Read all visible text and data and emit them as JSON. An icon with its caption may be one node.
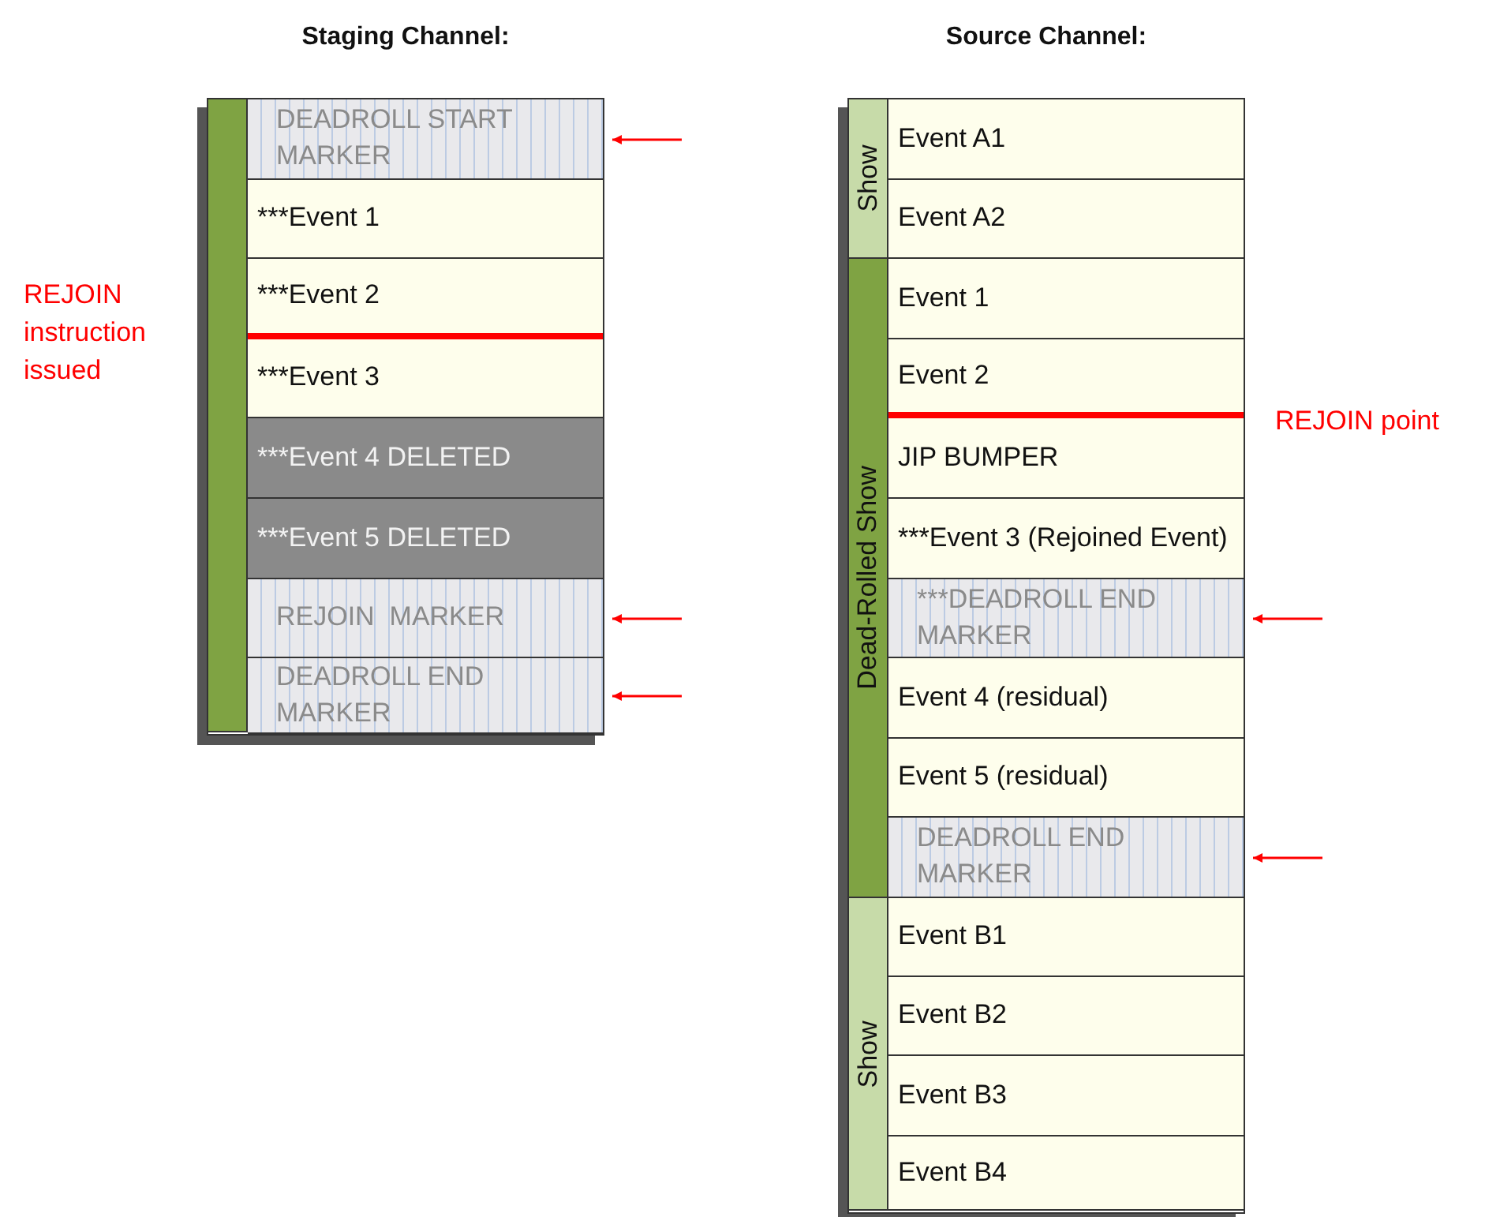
{
  "diagram": {
    "nodes": [
      {
        "text": [
          "Staging Channel:"
        ]
      },
      {
        "text": [],
        "shape": "bar",
        "in": 0
      },
      {
        "text": [
          "DEADROLL START MARKER"
        ],
        "in": 0
      },
      {
        "text": [
          "***Event 1"
        ],
        "in": 0
      },
      {
        "text": [
          "***Event 2"
        ],
        "in": 0
      },
      {
        "text": [
          "***Event 3"
        ],
        "in": 0
      },
      {
        "text": [
          "***Event 4 DELETED"
        ],
        "in": 0
      },
      {
        "text": [
          "***Event 5 DELETED"
        ],
        "in": 0
      },
      {
        "text": [
          "REJOIN  MARKER"
        ],
        "in": 0
      },
      {
        "text": [
          "DEADROLL END MARKER"
        ],
        "in": 0
      },
      {
        "text": [
          "Source Channel:"
        ]
      },
      {
        "text": [
          "Show"
        ],
        "in": 10
      },
      {
        "text": [
          "Dead-Rolled Show"
        ],
        "in": 10
      },
      {
        "text": [
          "Show"
        ],
        "in": 10
      },
      {
        "text": [
          "Event A1"
        ],
        "in": 10
      },
      {
        "text": [
          "Event A2"
        ],
        "in": 10
      },
      {
        "text": [
          "Event 1"
        ],
        "in": 10
      },
      {
        "text": [
          "Event 2"
        ],
        "in": 10
      },
      {
        "text": [
          "JIP BUMPER"
        ],
        "in": 10
      },
      {
        "text": [
          "***Event 3 (Rejoined Event)"
        ],
        "in": 10
      },
      {
        "text": [
          "***DEADROLL END MARKER"
        ],
        "in": 10
      },
      {
        "text": [
          "Event 4 (residual)"
        ],
        "in": 10
      },
      {
        "text": [
          "Event 5 (residual)"
        ],
        "in": 10
      },
      {
        "text": [
          "DEADROLL END MARKER"
        ],
        "in": 10
      },
      {
        "text": [
          "Event B1"
        ],
        "in": 10
      },
      {
        "text": [
          "Event B2"
        ],
        "in": 10
      },
      {
        "text": [
          "Event B3"
        ],
        "in": 10
      },
      {
        "text": [
          "Event B4"
        ],
        "in": 10
      }
    ],
    "edges": [
      {
        "from": null,
        "to": 2,
        "arrow": "to",
        "color": "#ff0000"
      },
      {
        "from": null,
        "to": 8,
        "arrow": "to",
        "color": "#ff0000"
      },
      {
        "from": null,
        "to": 9,
        "arrow": "to",
        "color": "#ff0000"
      },
      {
        "from": null,
        "to": 20,
        "arrow": "to",
        "color": "#ff0000"
      },
      {
        "from": null,
        "to": 23,
        "arrow": "to",
        "color": "#ff0000"
      }
    ],
    "labels": [
      "REJOIN instruction issued",
      "REJOIN point"
    ]
  }
}
